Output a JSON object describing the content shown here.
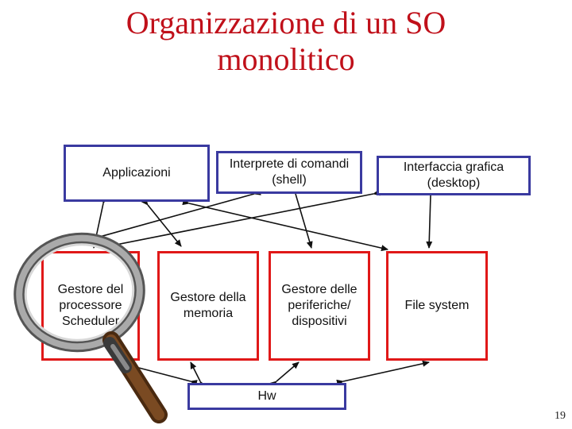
{
  "title": {
    "line1": "Organizzazione di un SO",
    "line2": "monolitico"
  },
  "boxes": {
    "applicazioni": "Applicazioni",
    "shell": "Interprete di comandi\n(shell)",
    "desktop": "Interfaccia grafica\n(desktop)",
    "processore": "Gestore del\nprocessore\nScheduler",
    "memoria": "Gestore della\nmemoria",
    "periferiche": "Gestore delle\nperiferiche/\ndispositivi",
    "filesystem": "File system",
    "hw": "Hw"
  },
  "page_number": "19",
  "colors": {
    "title": "#c0101a",
    "blue_border": "#3a3aa0",
    "red_border": "#e01818"
  },
  "decoration": "magnifying-glass-icon"
}
